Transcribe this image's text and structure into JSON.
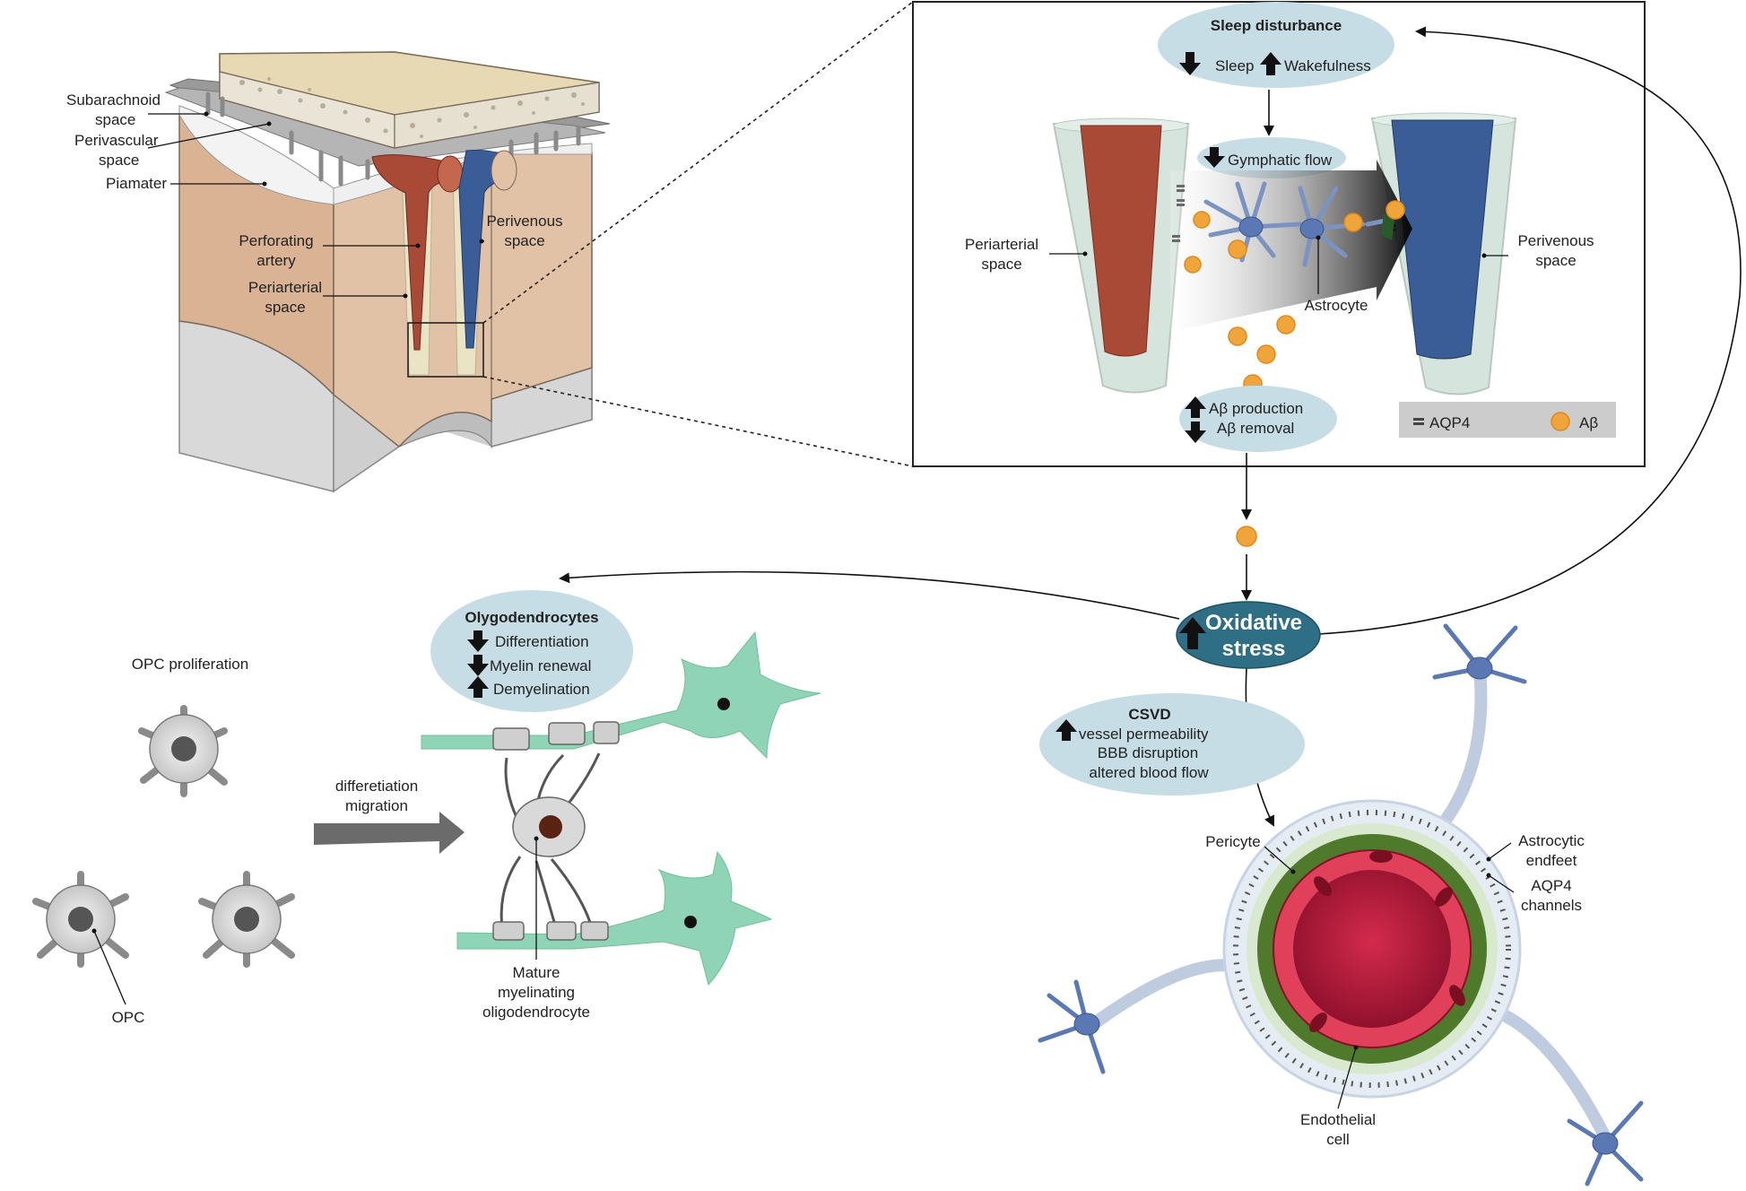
{
  "brain_block": {
    "subarachnoid_line1": "Subarachnoid",
    "subarachnoid_line2": "space",
    "perivascular_line1": "Perivascular",
    "perivascular_line2": "space",
    "piamater": "Piamater",
    "perforating_line1": "Perforating",
    "perforating_line2": "artery",
    "periarterial_line1": "Periarterial",
    "periarterial_line2": "space",
    "perivenous_line1": "Perivenous",
    "perivenous_line2": "space"
  },
  "inset": {
    "sleep_title": "Sleep disturbance",
    "sleep_label": "Sleep",
    "wakefulness_label": "Wakefulness",
    "gymphatic_label": "Gymphatic flow",
    "periarterial_line1": "Periarterial",
    "periarterial_line2": "space",
    "perivenous_line1": "Perivenous",
    "perivenous_line2": "space",
    "astrocyte_label": "Astrocyte",
    "abeta_production": "Aβ production",
    "abeta_removal": "Aβ removal",
    "legend_aqp4": "AQP4",
    "legend_abeta": "Aβ"
  },
  "oxidative": {
    "line1": "Oxidative",
    "line2": "stress"
  },
  "oligo": {
    "title": "Olygodendrocytes",
    "differentiation": "Differentiation",
    "myelin_renewal": "Myelin renewal",
    "demyelination": "Demyelination",
    "opc_proliferation": "OPC proliferation",
    "opc_label": "OPC",
    "arrow_line1": "differetiation",
    "arrow_line2": "migration",
    "mature_line1": "Mature",
    "mature_line2": "myelinating",
    "mature_line3": "oligodendrocyte"
  },
  "csvd": {
    "title": "CSVD",
    "line1": "vessel permeability",
    "line2": "BBB disruption",
    "line3": "altered blood flow",
    "pericyte": "Pericyte",
    "astrocytic_line1": "Astrocytic",
    "astrocytic_line2": "endfeet",
    "aqp4_line1": "AQP4",
    "aqp4_line2": "channels",
    "endothelial_line1": "Endothelial",
    "endothelial_line2": "cell"
  },
  "colors": {
    "tissue": "#e2c2a6",
    "bone": "#ede0c5",
    "artery": "#a84a36",
    "vein": "#3a5d98",
    "pill": "#c6dde6",
    "oxidative": "#2f6f86",
    "oligodendrocyte_green": "#8fd4b6",
    "vessel_red": "#c21f45",
    "vessel_green": "#4f7a2c",
    "amyloid": "#f0a53a",
    "astro_blue": "#5a78b4"
  }
}
